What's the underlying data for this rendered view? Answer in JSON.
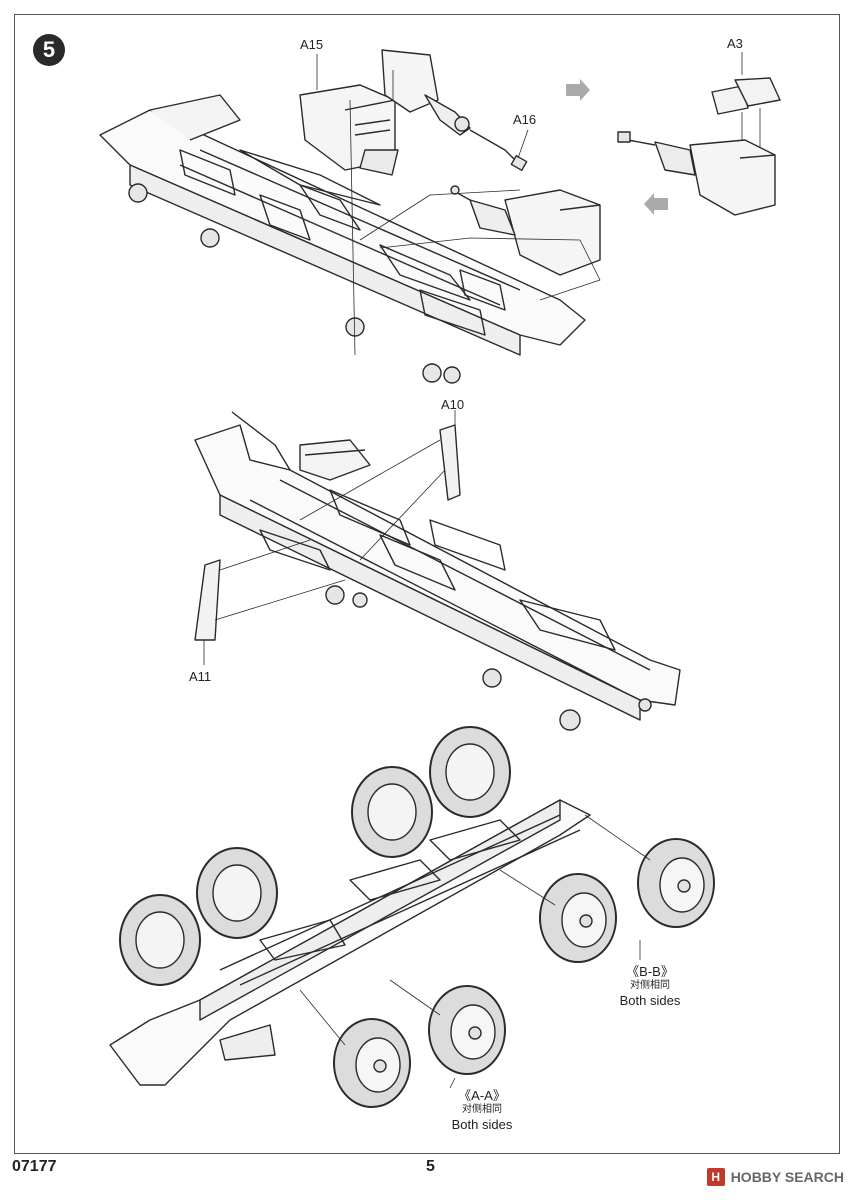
{
  "step": {
    "number": "5"
  },
  "callouts": {
    "a15": "A15",
    "a16": "A16",
    "a3": "A3",
    "a10": "A10",
    "a11": "A11"
  },
  "notes": {
    "bb": {
      "label": "《B-B》",
      "chinese": "对侧相同",
      "english": "Both sides"
    },
    "aa": {
      "label": "《A-A》",
      "chinese": "对侧相同",
      "english": "Both sides"
    }
  },
  "footer": {
    "kit_code": "07177",
    "page_number": "5"
  },
  "watermark": {
    "text": "HOBBY SEARCH"
  },
  "colors": {
    "line": "#2b2b2b",
    "tire": "#3a3a3a",
    "arrow": "#999999",
    "badge": "#2a2a2a"
  }
}
